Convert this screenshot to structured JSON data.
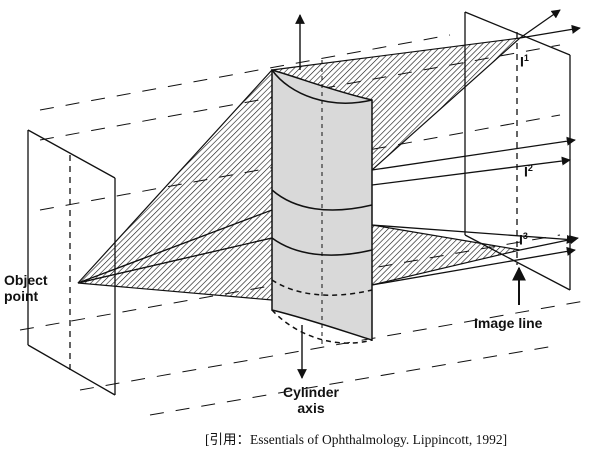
{
  "labels": {
    "object_point_line1": "Object",
    "object_point_line2": "point",
    "cylinder_axis_line1": "Cylinder",
    "cylinder_axis_line2": "axis",
    "image_line": "Image line",
    "image1_base": "I",
    "image1_sup": "1",
    "image2_base": "I",
    "image2_sup": "2",
    "image3_base": "I",
    "image3_sup": "3"
  },
  "citation": "[引用：Essentials of Ophthalmology. Lippincott, 1992]",
  "colors": {
    "ink": "#111111",
    "lens_fill": "#d9d9d9",
    "background": "#ffffff"
  }
}
